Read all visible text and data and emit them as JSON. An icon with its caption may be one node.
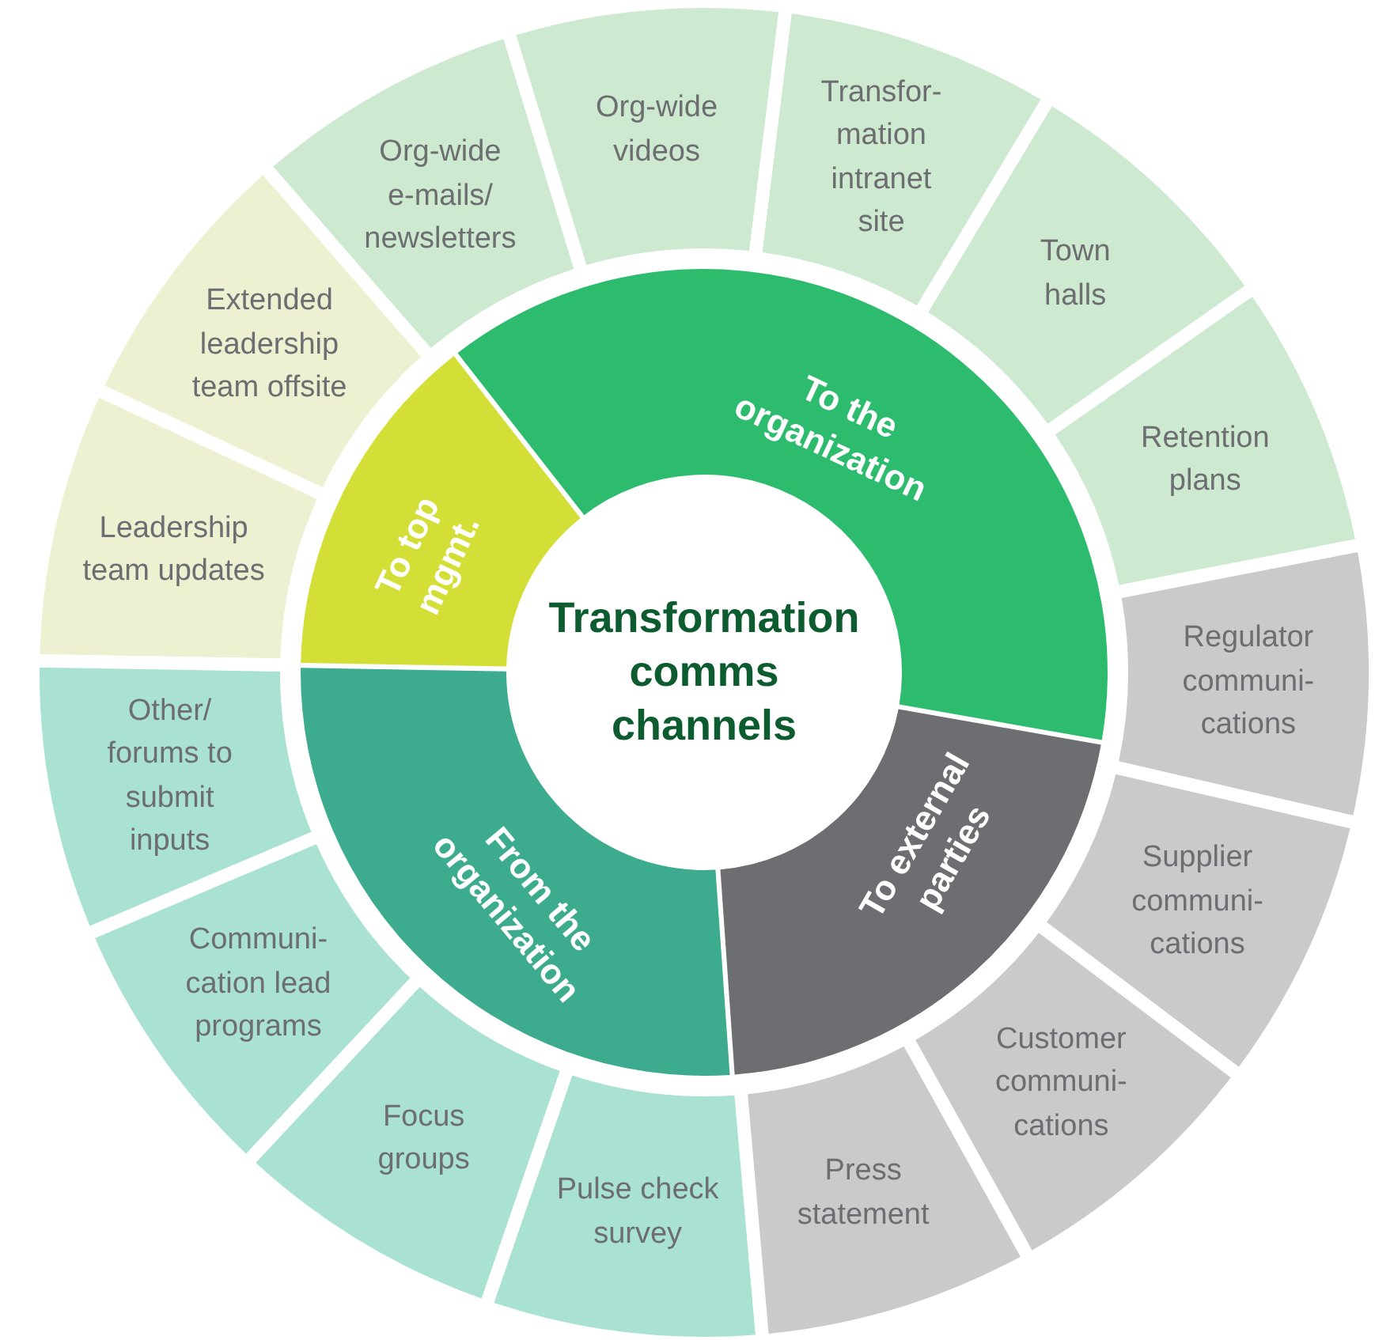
{
  "diagram": {
    "nodes": [
      {
        "text": [
          "Transformation comms channels"
        ]
      },
      {
        "text": [
          "To the organization"
        ]
      },
      {
        "text": [
          "To external parties"
        ]
      },
      {
        "text": [
          "From the organization"
        ]
      },
      {
        "text": [
          "To top mgmt."
        ]
      },
      {
        "text": [
          "Org-wide e-mails/ newsletters"
        ]
      },
      {
        "text": [
          "Org-wide videos"
        ]
      },
      {
        "text": [
          "Transfor- mation intranet site"
        ]
      },
      {
        "text": [
          "Town halls"
        ]
      },
      {
        "text": [
          "Retention plans"
        ]
      },
      {
        "text": [
          "Regulator communi- cations"
        ]
      },
      {
        "text": [
          "Supplier communi- cations"
        ]
      },
      {
        "text": [
          "Customer communi- cations"
        ]
      },
      {
        "text": [
          "Press statement"
        ]
      },
      {
        "text": [
          "Pulse check survey"
        ]
      },
      {
        "text": [
          "Focus groups"
        ]
      },
      {
        "text": [
          "Communi- cation lead programs"
        ]
      },
      {
        "text": [
          "Other/ forums to submit inputs"
        ]
      },
      {
        "text": [
          "Leadership team updates"
        ]
      },
      {
        "text": [
          "Extended leadership team offsite"
        ]
      }
    ]
  }
}
